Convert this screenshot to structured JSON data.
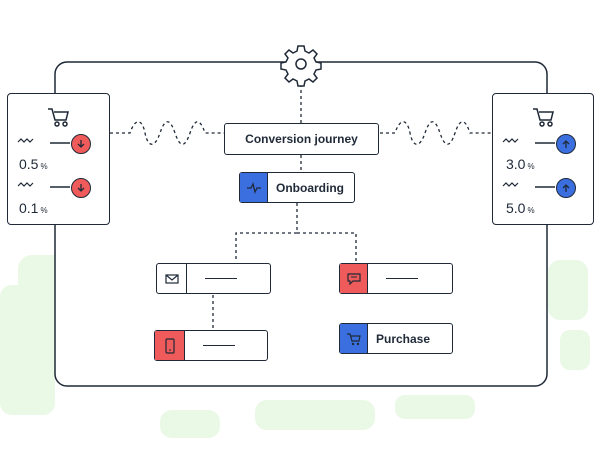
{
  "colors": {
    "ink": "#1f2937",
    "red": "#ef5a5a",
    "blue": "#3b6fe0",
    "green_bg": "#eaf8e6"
  },
  "diagram": {
    "title": "Conversion journey",
    "gear_icon": "gear-icon",
    "nodes": [
      {
        "id": "onboarding",
        "label": "Onboarding",
        "icon": "pulse-icon",
        "color": "#3b6fe0"
      },
      {
        "id": "email",
        "label": "",
        "icon": "mail-icon",
        "color": "#ffffff"
      },
      {
        "id": "chat",
        "label": "",
        "icon": "chat-icon",
        "color": "#ef5a5a"
      },
      {
        "id": "mobile",
        "label": "",
        "icon": "mobile-icon",
        "color": "#ef5a5a"
      },
      {
        "id": "purchase",
        "label": "Purchase",
        "icon": "cart-icon",
        "color": "#3b6fe0"
      }
    ]
  },
  "left_panel": {
    "icon": "cart-icon",
    "metrics": [
      {
        "value": "0.5",
        "unit": "%",
        "trend": "down"
      },
      {
        "value": "0.1",
        "unit": "%",
        "trend": "down"
      }
    ]
  },
  "right_panel": {
    "icon": "cart-icon",
    "metrics": [
      {
        "value": "3.0",
        "unit": "%",
        "trend": "up"
      },
      {
        "value": "5.0",
        "unit": "%",
        "trend": "up"
      }
    ]
  }
}
